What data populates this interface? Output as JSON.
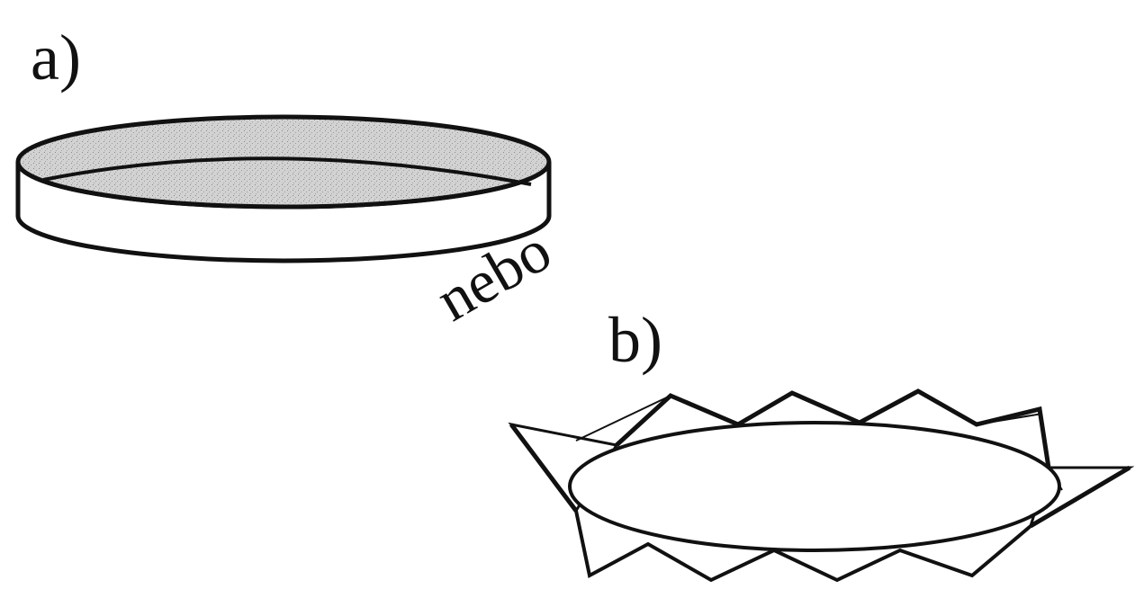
{
  "figure": {
    "part_a_label": "a)",
    "part_b_label": "b)",
    "connector_word": "nebo"
  },
  "colors": {
    "ink": "#111111",
    "disc_fill": "#c8c8c8",
    "background": "#ffffff"
  }
}
